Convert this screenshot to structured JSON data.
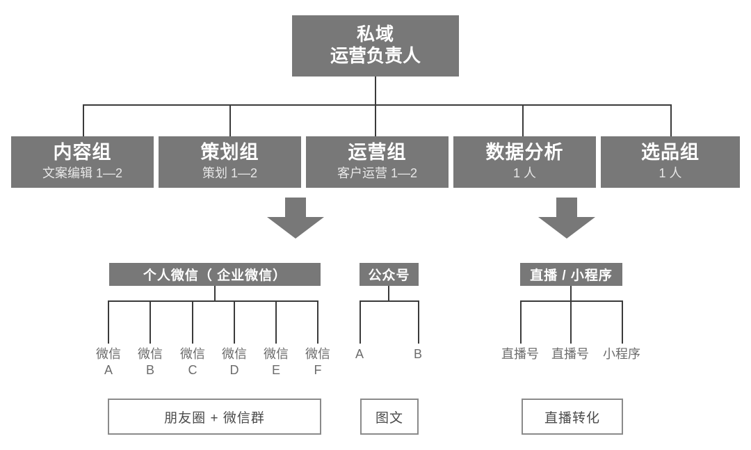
{
  "diagram": {
    "title_root": {
      "line1": "私域",
      "line2": "运营负责人"
    },
    "teams": [
      {
        "name": "内容组",
        "staff": "文案编辑 1—2"
      },
      {
        "name": "策划组",
        "staff": "策划 1—2"
      },
      {
        "name": "运营组",
        "staff": "客户运营 1—2"
      },
      {
        "name": "数据分析",
        "staff": "1 人"
      },
      {
        "name": "选品组",
        "staff": "1 人"
      }
    ],
    "channels": [
      {
        "label": "个人微信（ 企业微信）"
      },
      {
        "label": "公众号"
      },
      {
        "label": "直播 / 小程序"
      }
    ],
    "wechat_accounts": [
      {
        "line1": "微信",
        "line2": "A"
      },
      {
        "line1": "微信",
        "line2": "B"
      },
      {
        "line1": "微信",
        "line2": "C"
      },
      {
        "line1": "微信",
        "line2": "D"
      },
      {
        "line1": "微信",
        "line2": "E"
      },
      {
        "line1": "微信",
        "line2": "F"
      }
    ],
    "mp_accounts": [
      {
        "line1": "A"
      },
      {
        "line1": "B"
      }
    ],
    "live_accounts": [
      {
        "line1": "直播号"
      },
      {
        "line1": "直播号"
      },
      {
        "line1": "小程序"
      }
    ],
    "outcomes": [
      {
        "label": "朋友圈 + 微信群"
      },
      {
        "label": "图文"
      },
      {
        "label": "直播转化"
      }
    ],
    "colors": {
      "box_fill": "#787878",
      "box_text": "#ffffff",
      "sub_text": "#e8e8e8",
      "line": "#3a3a3a",
      "outline_border": "#8a8a8a",
      "leaf_text": "#6b6b6b",
      "arrow_fill": "#787878",
      "background": "#ffffff"
    }
  }
}
